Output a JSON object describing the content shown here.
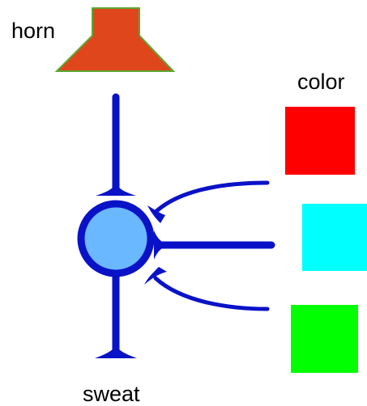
{
  "labels": {
    "horn": "horn",
    "color": "color",
    "sweat": "sweat"
  },
  "colors": {
    "horn_fill": "#e0461c",
    "horn_stroke": "#5aa832",
    "neuron_stroke": "#0a12c8",
    "cell_body_fill": "#6ab8ff",
    "swatch_red": "#ff0000",
    "swatch_cyan": "#00ffff",
    "swatch_green": "#00ff00",
    "text": "#000000"
  },
  "swatches": [
    {
      "name": "red",
      "color": "#ff0000"
    },
    {
      "name": "cyan",
      "color": "#00ffff"
    },
    {
      "name": "green",
      "color": "#00ff00"
    }
  ]
}
